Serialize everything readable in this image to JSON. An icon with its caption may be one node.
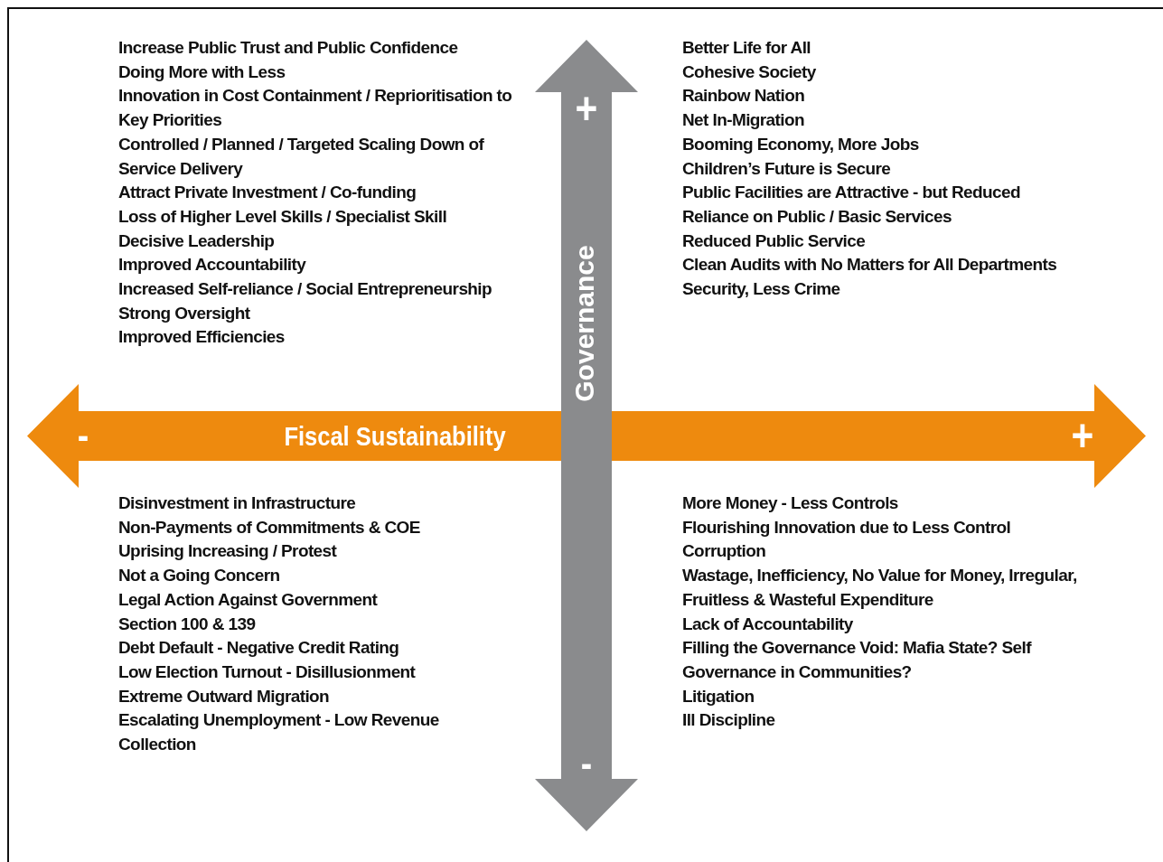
{
  "diagram": {
    "nodes": [
      {
        "text": [
          "-",
          "Fiscal Sustainability",
          "+"
        ]
      },
      {
        "text": [
          "+",
          "Governance",
          "-"
        ]
      }
    ],
    "labels": [
      "Increase Public Trust and Public Confidence",
      "Doing More with Less",
      "Innovation in Cost Containment / Reprioritisation to Key Priorities",
      "Controlled / Planned / Targeted Scaling Down of Service Delivery",
      "Attract Private Investment / Co-funding",
      "Loss of Higher Level Skills / Specialist Skill",
      "Decisive Leadership",
      "Improved Accountability",
      "Increased Self-reliance / Social Entrepreneurship",
      "Strong Oversight",
      "Improved Efficiencies",
      "Better Life for All",
      "Cohesive Society",
      "Rainbow Nation",
      "Net In-Migration",
      "Booming Economy, More Jobs",
      "Children’s Future is Secure",
      "Public Facilities are Attractive - but Reduced Reliance on Public / Basic Services",
      "Reduced Public Service",
      "Clean Audits with No Matters for All Departments",
      "Security, Less Crime",
      "Disinvestment in Infrastructure",
      "Non-Payments of Commitments & COE",
      "Uprising Increasing / Protest",
      "Not a Going Concern",
      "Legal Action Against Government",
      "Section 100 & 139",
      "Debt Default - Negative Credit Rating",
      "Low Election Turnout - Disillusionment",
      "Extreme Outward Migration",
      "Escalating Unemployment - Low Revenue Collection",
      "More Money - Less Controls",
      "Flourishing Innovation due to Less Control",
      "Corruption",
      "Wastage, Inefficiency, No Value for Money, Irregular, Fruitless & Wasteful Expenditure",
      "Lack of Accountability",
      "Filling the Governance Void: Mafia State? Self Governance in Communities?",
      "Litigation",
      "Ill Discipline"
    ]
  }
}
